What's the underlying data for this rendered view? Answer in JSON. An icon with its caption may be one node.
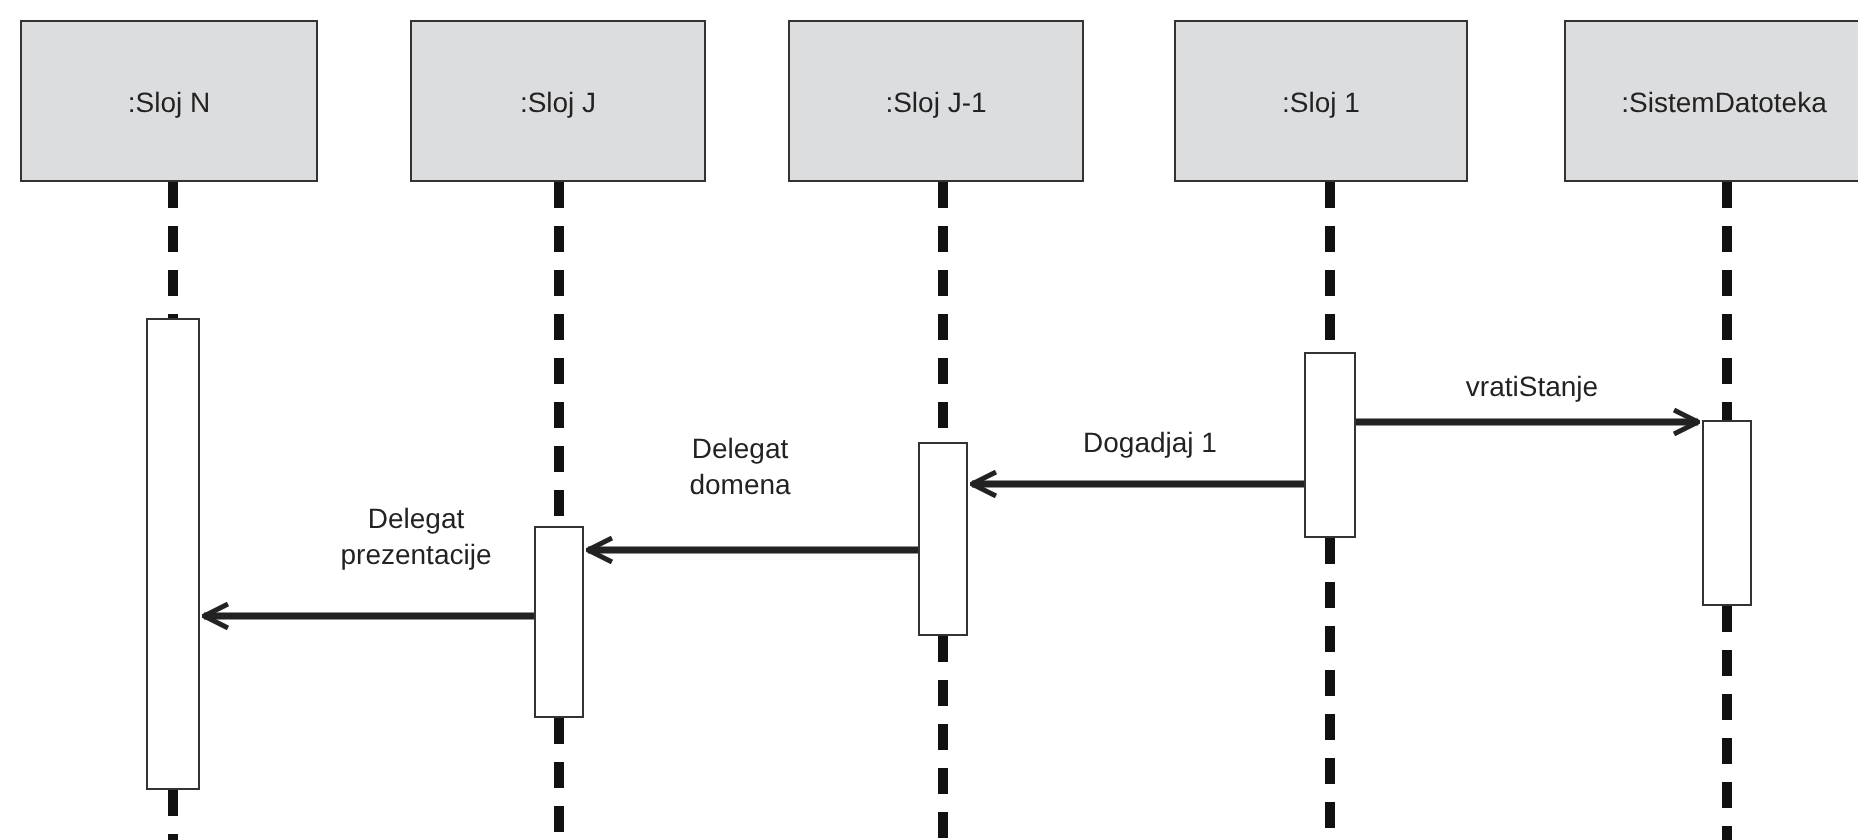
{
  "diagram": {
    "nodes": [
      {
        "text": [
          ":Sloj N"
        ]
      },
      {
        "text": [
          ":Sloj J"
        ]
      },
      {
        "text": [
          ":Sloj J-1"
        ]
      },
      {
        "text": [
          ":Sloj 1"
        ]
      },
      {
        "text": [
          ":SistemDatoteka"
        ]
      },
      {
        "text": [],
        "shape": "bar"
      },
      {
        "text": [],
        "shape": "bar"
      },
      {
        "text": [],
        "shape": "bar"
      },
      {
        "text": [],
        "shape": "bar"
      },
      {
        "text": [],
        "shape": "bar"
      }
    ],
    "edges": [
      {
        "from": 0,
        "to": 5,
        "arrow": "none",
        "style": "dashed"
      },
      {
        "from": 1,
        "to": 6,
        "arrow": "none",
        "style": "dashed"
      },
      {
        "from": 2,
        "to": 7,
        "arrow": "none",
        "style": "dashed"
      },
      {
        "from": 3,
        "to": 8,
        "arrow": "none",
        "style": "dashed"
      },
      {
        "from": 4,
        "to": 9,
        "arrow": "none",
        "style": "dashed"
      },
      {
        "from": 8,
        "to": 9,
        "arrow": "to",
        "label": "vratiStanje"
      },
      {
        "from": 8,
        "to": 7,
        "arrow": "to",
        "label": "Dogadjaj 1"
      },
      {
        "from": 7,
        "to": 6,
        "arrow": "to",
        "label": "Delegat domena"
      },
      {
        "from": 6,
        "to": 5,
        "arrow": "to",
        "label": "Delegat prezentacije"
      }
    ]
  }
}
